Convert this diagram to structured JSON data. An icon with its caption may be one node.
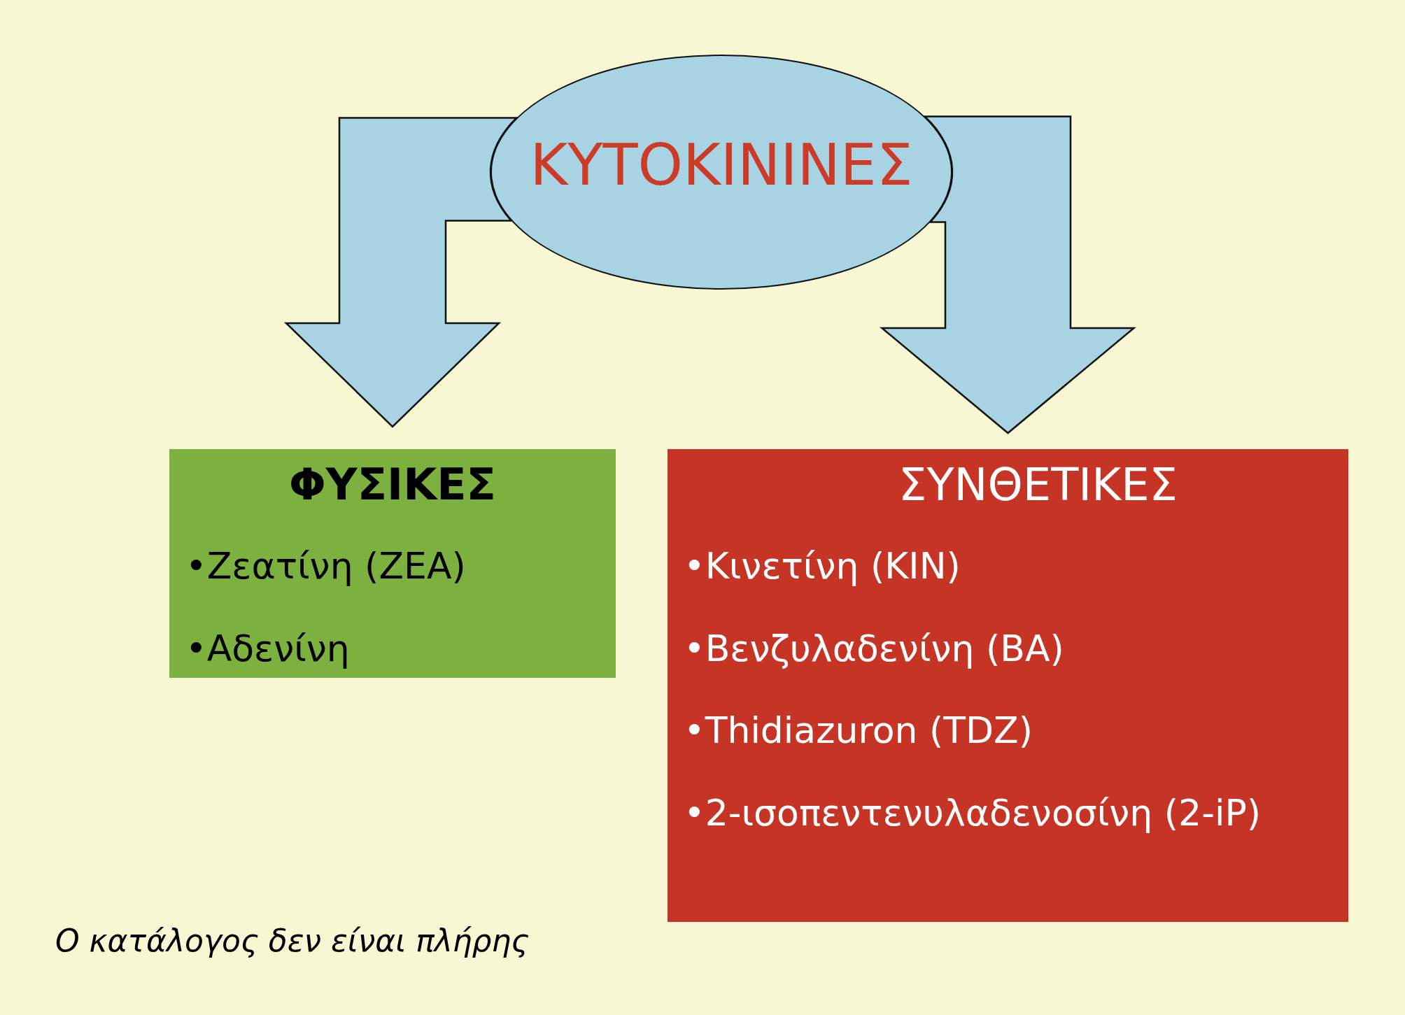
{
  "diagram": {
    "nodes": [
      {
        "text": [
          "ΚΥΤΟΚΙΝΙΝΕΣ"
        ]
      },
      {
        "text": [
          "ΦΥΣΙΚΕΣ",
          "•Ζεατίνη (ZEA)",
          "•Αδενίνη"
        ]
      },
      {
        "text": [
          "ΣΥΝΘΕΤΙΚΕΣ",
          "•Κινετίνη (KIN)",
          "•Βενζυλαδενίνη (BA)",
          "•Thidiazuron (TDZ)",
          "•2-ισοπεντενυλαδενοσίνη (2-iP)"
        ]
      }
    ],
    "edges": [
      {
        "from": 0,
        "to": 1,
        "arrow": "to"
      },
      {
        "from": 0,
        "to": 2,
        "arrow": "to"
      }
    ],
    "labels": [
      "Ο κατάλογος δεν είναι πλήρης"
    ]
  }
}
